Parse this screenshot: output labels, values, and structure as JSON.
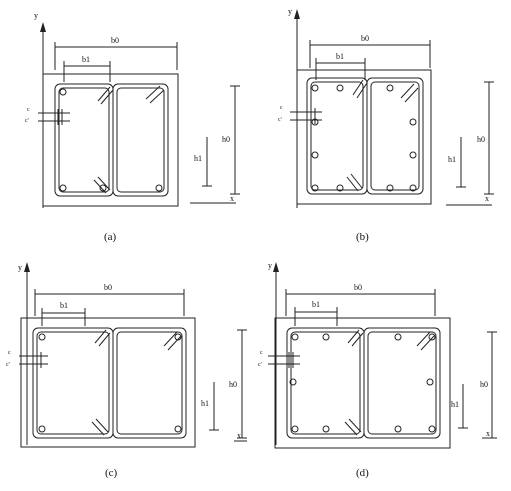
{
  "panels": [
    {
      "caption": "(a)",
      "axis_y": "y",
      "axis_x": "x",
      "b0": "b0",
      "b1": "b1",
      "c": "c",
      "c_prime": "c'",
      "h0": "h0",
      "h1": "h1",
      "middle_side_bars": false,
      "top_bottom_middle_bars": false
    },
    {
      "caption": "(b)",
      "axis_y": "y",
      "axis_x": "x",
      "b0": "b0",
      "b1": "b1",
      "c": "c",
      "c_prime": "c'",
      "h0": "h0",
      "h1": "h1",
      "middle_side_bars": true,
      "top_bottom_middle_bars": true
    },
    {
      "caption": "(c)",
      "axis_y": "y",
      "axis_x": "x",
      "b0": "b0",
      "b1": "b1",
      "c": "c",
      "c_prime": "c'",
      "h0": "h0",
      "h1": "h1",
      "middle_side_bars": false,
      "top_bottom_middle_bars": false
    },
    {
      "caption": "(d)",
      "axis_y": "y",
      "axis_x": "x",
      "b0": "b0",
      "b1": "b1",
      "c": "c",
      "c_prime": "c'",
      "h0": "h0",
      "h1": "h1",
      "middle_side_bars": true,
      "top_bottom_middle_bars": true
    }
  ]
}
